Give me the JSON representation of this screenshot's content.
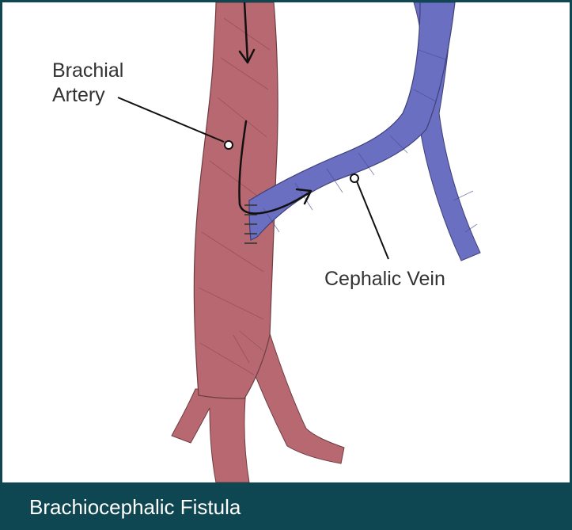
{
  "diagram": {
    "labels": {
      "artery_line1": "Brachial",
      "artery_line2": "Artery",
      "vein": "Cephalic Vein"
    },
    "caption": "Brachiocephalic Fistula",
    "colors": {
      "artery": "#b86870",
      "vein": "#6b6fc2",
      "frame": "#0e4651",
      "caption_text": "#ffffff",
      "label_text": "#333333"
    }
  }
}
